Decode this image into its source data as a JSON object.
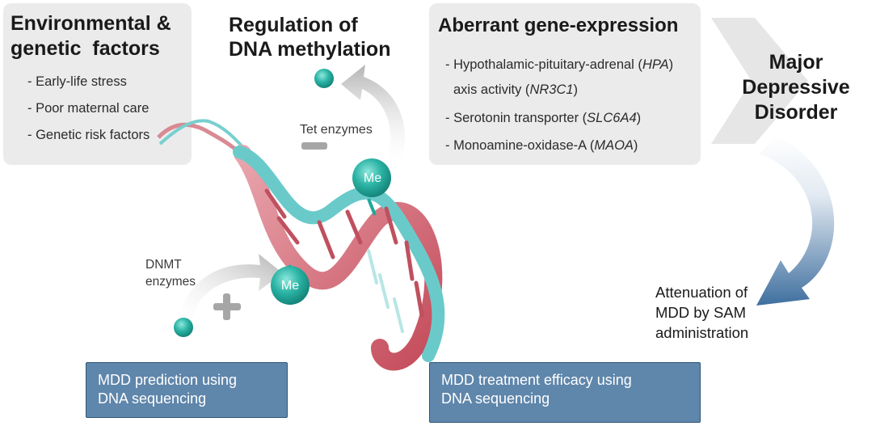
{
  "env_panel": {
    "title_line1": "Environmental &",
    "title_line2": "genetic  factors",
    "items": [
      "- Early-life stress",
      "- Poor maternal care",
      "- Genetic risk factors"
    ]
  },
  "regulation": {
    "title_line1": "Regulation of",
    "title_line2": "DNA methylation"
  },
  "aberrant_panel": {
    "title": "Aberrant gene-expression",
    "items": [
      {
        "text": "- Hypothalamic-pituitary-adrenal (",
        "gene": "HPA",
        "suffix": ")"
      },
      {
        "text": "axis activity (",
        "gene": "NR3C1",
        "suffix": ")"
      },
      {
        "text": "- Serotonin transporter (",
        "gene": "SLC6A4",
        "suffix": ")"
      },
      {
        "text": "- Monoamine-oxidase-A (",
        "gene": "MAOA",
        "suffix": ")"
      }
    ]
  },
  "mdd": {
    "line1": "Major",
    "line2": "Depressive",
    "line3": "Disorder"
  },
  "tet": {
    "label": "Tet enzymes",
    "sign": "−"
  },
  "dnmt": {
    "label_line1": "DNMT",
    "label_line2": "enzymes",
    "sign": "+"
  },
  "methyl_label": "Me",
  "attenuation": {
    "line1": "Attenuation of",
    "line2": "MDD by SAM",
    "line3": "administration"
  },
  "prediction_box": {
    "line1": "MDD prediction using",
    "line2": "DNA sequencing"
  },
  "treatment_box": {
    "line1": "MDD treatment efficacy using",
    "line2": "DNA sequencing"
  },
  "colors": {
    "panel": "#ebebeb",
    "strand_red": "#d0606d",
    "strand_teal": "#5cc5c5",
    "methyl": "#1fa89a",
    "blue_box": "#5f86ab",
    "arrow_gray": "#bdbdbd",
    "arrow_blue": "#4a77a6"
  }
}
